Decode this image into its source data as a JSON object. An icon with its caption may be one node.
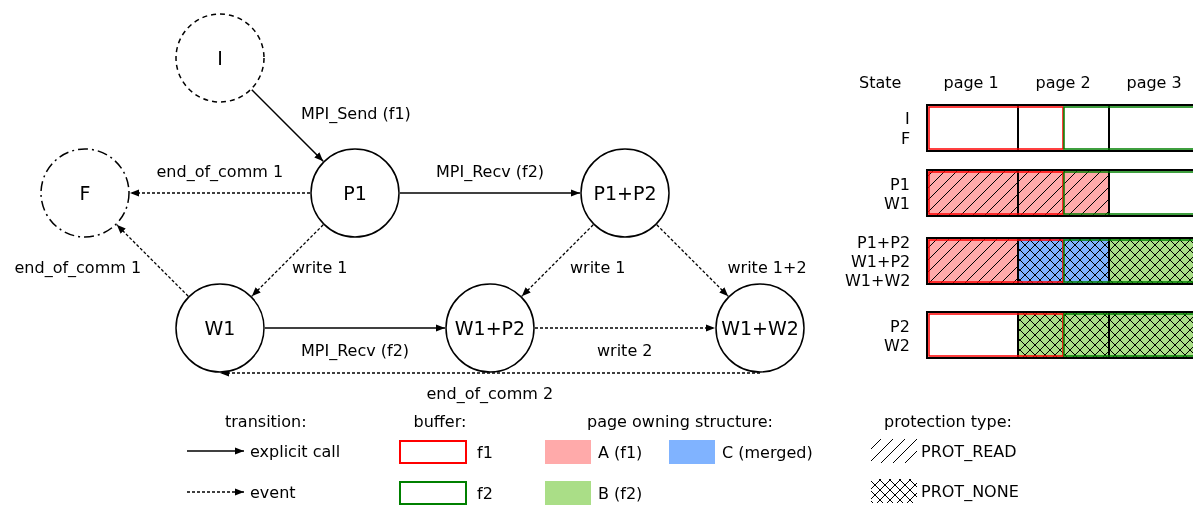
{
  "diagram": {
    "nodes": [
      {
        "text": [
          "I"
        ]
      },
      {
        "text": [
          "F"
        ]
      },
      {
        "text": [
          "P1"
        ]
      },
      {
        "text": [
          "P1+P2"
        ]
      },
      {
        "text": [
          "W1"
        ]
      },
      {
        "text": [
          "W1+P2"
        ]
      },
      {
        "text": [
          "W1+W2"
        ]
      }
    ],
    "edges": [
      {
        "from": 0,
        "to": 2,
        "arrow": "to",
        "label": "MPI_Send (f1)"
      },
      {
        "from": 2,
        "to": 1,
        "arrow": "to",
        "label": "end_of_comm 1",
        "style": "dashed"
      },
      {
        "from": 2,
        "to": 3,
        "arrow": "to",
        "label": "MPI_Recv (f2)"
      },
      {
        "from": 2,
        "to": 4,
        "arrow": "to",
        "label": "write 1",
        "style": "dashed"
      },
      {
        "from": 4,
        "to": 1,
        "arrow": "to",
        "label": "end_of_comm 1",
        "style": "dashed"
      },
      {
        "from": 4,
        "to": 5,
        "arrow": "to",
        "label": "MPI_Recv (f2)"
      },
      {
        "from": 3,
        "to": 5,
        "arrow": "to",
        "label": "write 1",
        "style": "dashed"
      },
      {
        "from": 3,
        "to": 6,
        "arrow": "to",
        "label": "write 1+2",
        "style": "dashed"
      },
      {
        "from": 5,
        "to": 6,
        "arrow": "to",
        "label": "write 2",
        "style": "dashed"
      },
      {
        "from": 6,
        "to": 4,
        "arrow": "to",
        "label": "end_of_comm 2",
        "style": "dashed"
      }
    ],
    "labels": [
      "State",
      "page 1",
      "page 2",
      "page 3",
      "I",
      "F",
      "P1",
      "W1",
      "P1+P2",
      "W1+P2",
      "W1+W2",
      "P2",
      "W2",
      "transition:",
      "buffer:",
      "page owning structure:",
      "protection type:"
    ],
    "legend": [
      {
        "text": "explicit call"
      },
      {
        "text": "f1",
        "color": "#ff0000"
      },
      {
        "text": "A (f1)",
        "color": "#ffaaaa"
      },
      {
        "text": "C (merged)",
        "color": "#80b3ff"
      },
      {
        "text": "PROT_READ"
      },
      {
        "text": "event"
      },
      {
        "text": "f2",
        "color": "#008000"
      },
      {
        "text": "B (f2)",
        "color": "#aade87"
      },
      {
        "text": "PROT_NONE"
      }
    ]
  }
}
